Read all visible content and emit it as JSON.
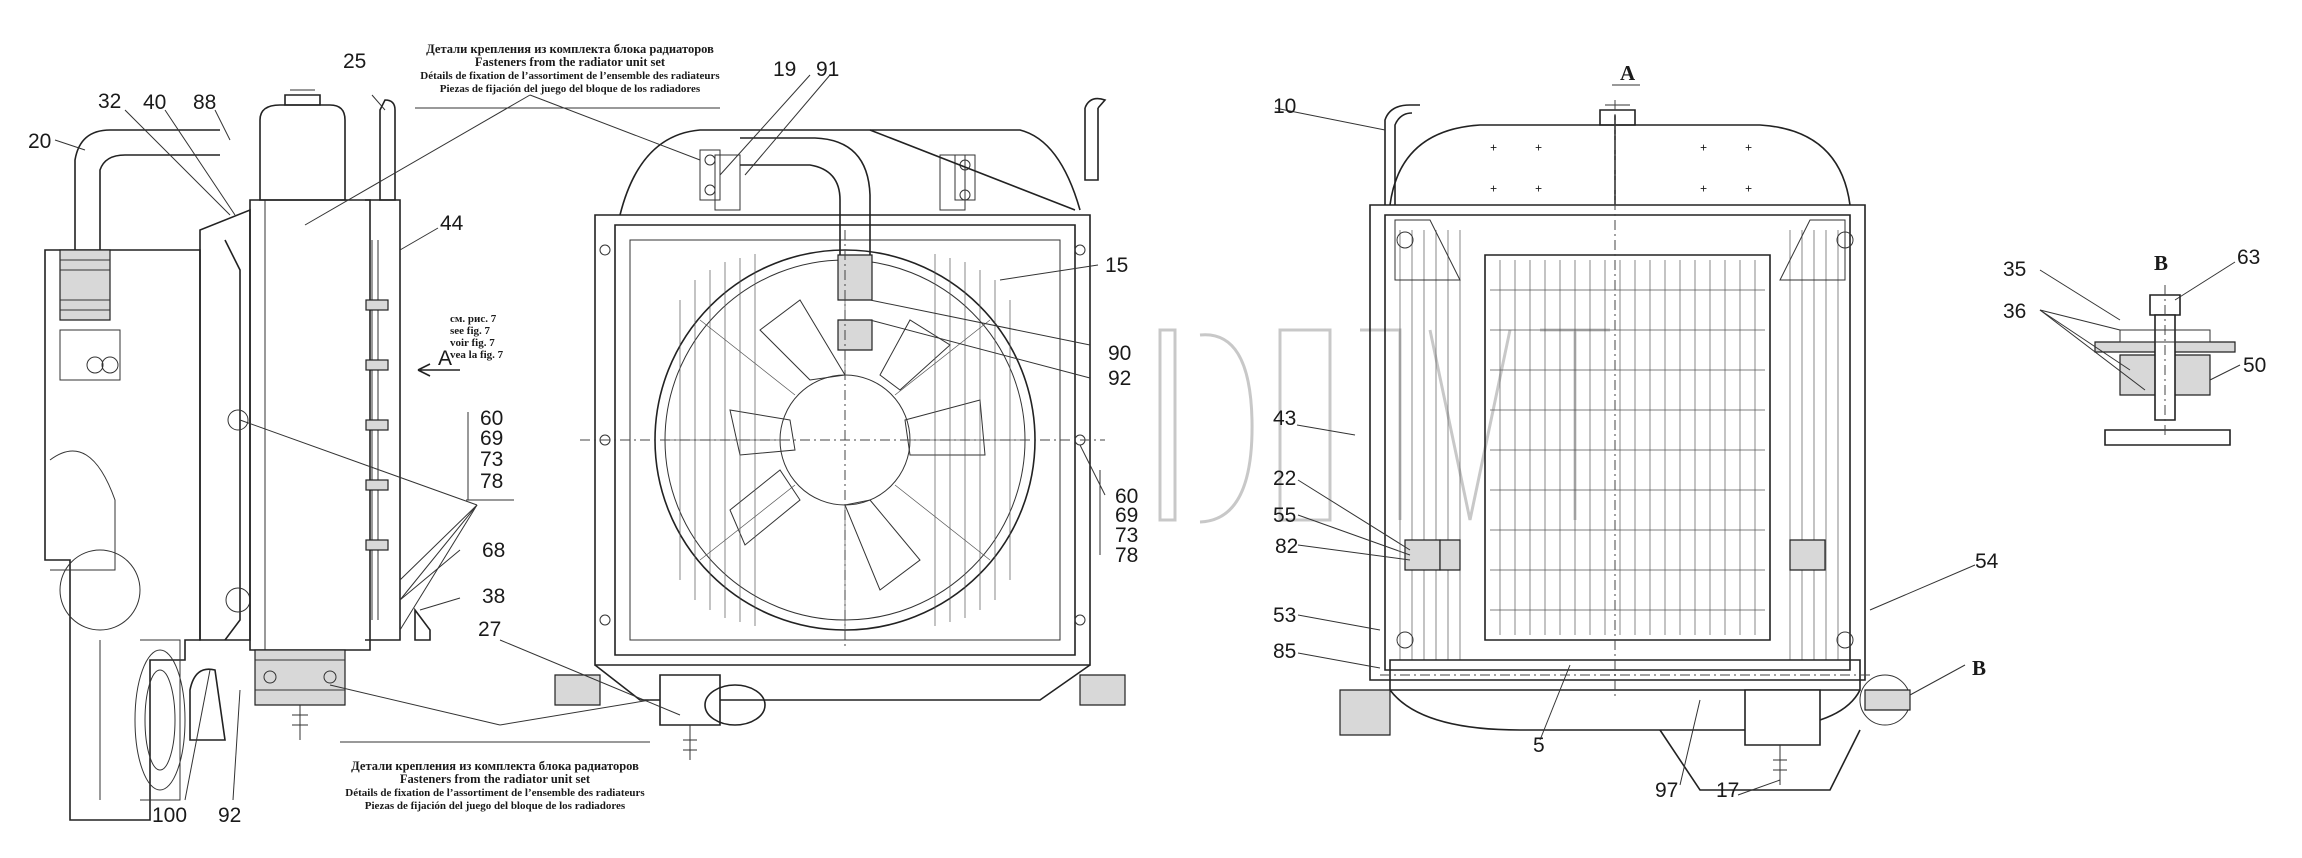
{
  "notes": {
    "fasteners_top": [
      "Детали крепления из комплекта блока радиаторов",
      "Fasteners from the radiator unit set",
      "Détails de fixation de l’assortiment de l’ensemble des radiateurs",
      "Piezas de fijación del juego del bloque de los radiadores"
    ],
    "fasteners_bottom": [
      "Детали крепления из комплекта блока радиаторов",
      "Fasteners from the radiator unit set",
      "Détails de fixation de l’assortiment de l’ensemble des radiateurs",
      "Piezas de fijación del juego del bloque de los radiadores"
    ],
    "see_fig": [
      "см. рис. 7",
      "see fig. 7",
      "voir fig. 7",
      "vea la fig. 7"
    ]
  },
  "views": {
    "a": "A",
    "b": "B",
    "arrow_a": "A"
  },
  "callouts": {
    "c25": "25",
    "c32": "32",
    "c40": "40",
    "c88": "88",
    "c20": "20",
    "c44": "44",
    "c60": "60",
    "c69": "69",
    "c73": "73",
    "c78": "78",
    "c68": "68",
    "c38": "38",
    "c27": "27",
    "c100": "100",
    "c92a": "92",
    "c19": "19",
    "c91": "91",
    "c15": "15",
    "c90": "90",
    "c92b": "92",
    "c60b": "60",
    "c69b": "69",
    "c73b": "73",
    "c78b": "78",
    "c10": "10",
    "c43": "43",
    "c22": "22",
    "c55": "55",
    "c82": "82",
    "c53": "53",
    "c85": "85",
    "c5": "5",
    "c97": "97",
    "c17": "17",
    "c54": "54",
    "c35": "35",
    "c36": "36",
    "c63": "63",
    "c50": "50"
  }
}
